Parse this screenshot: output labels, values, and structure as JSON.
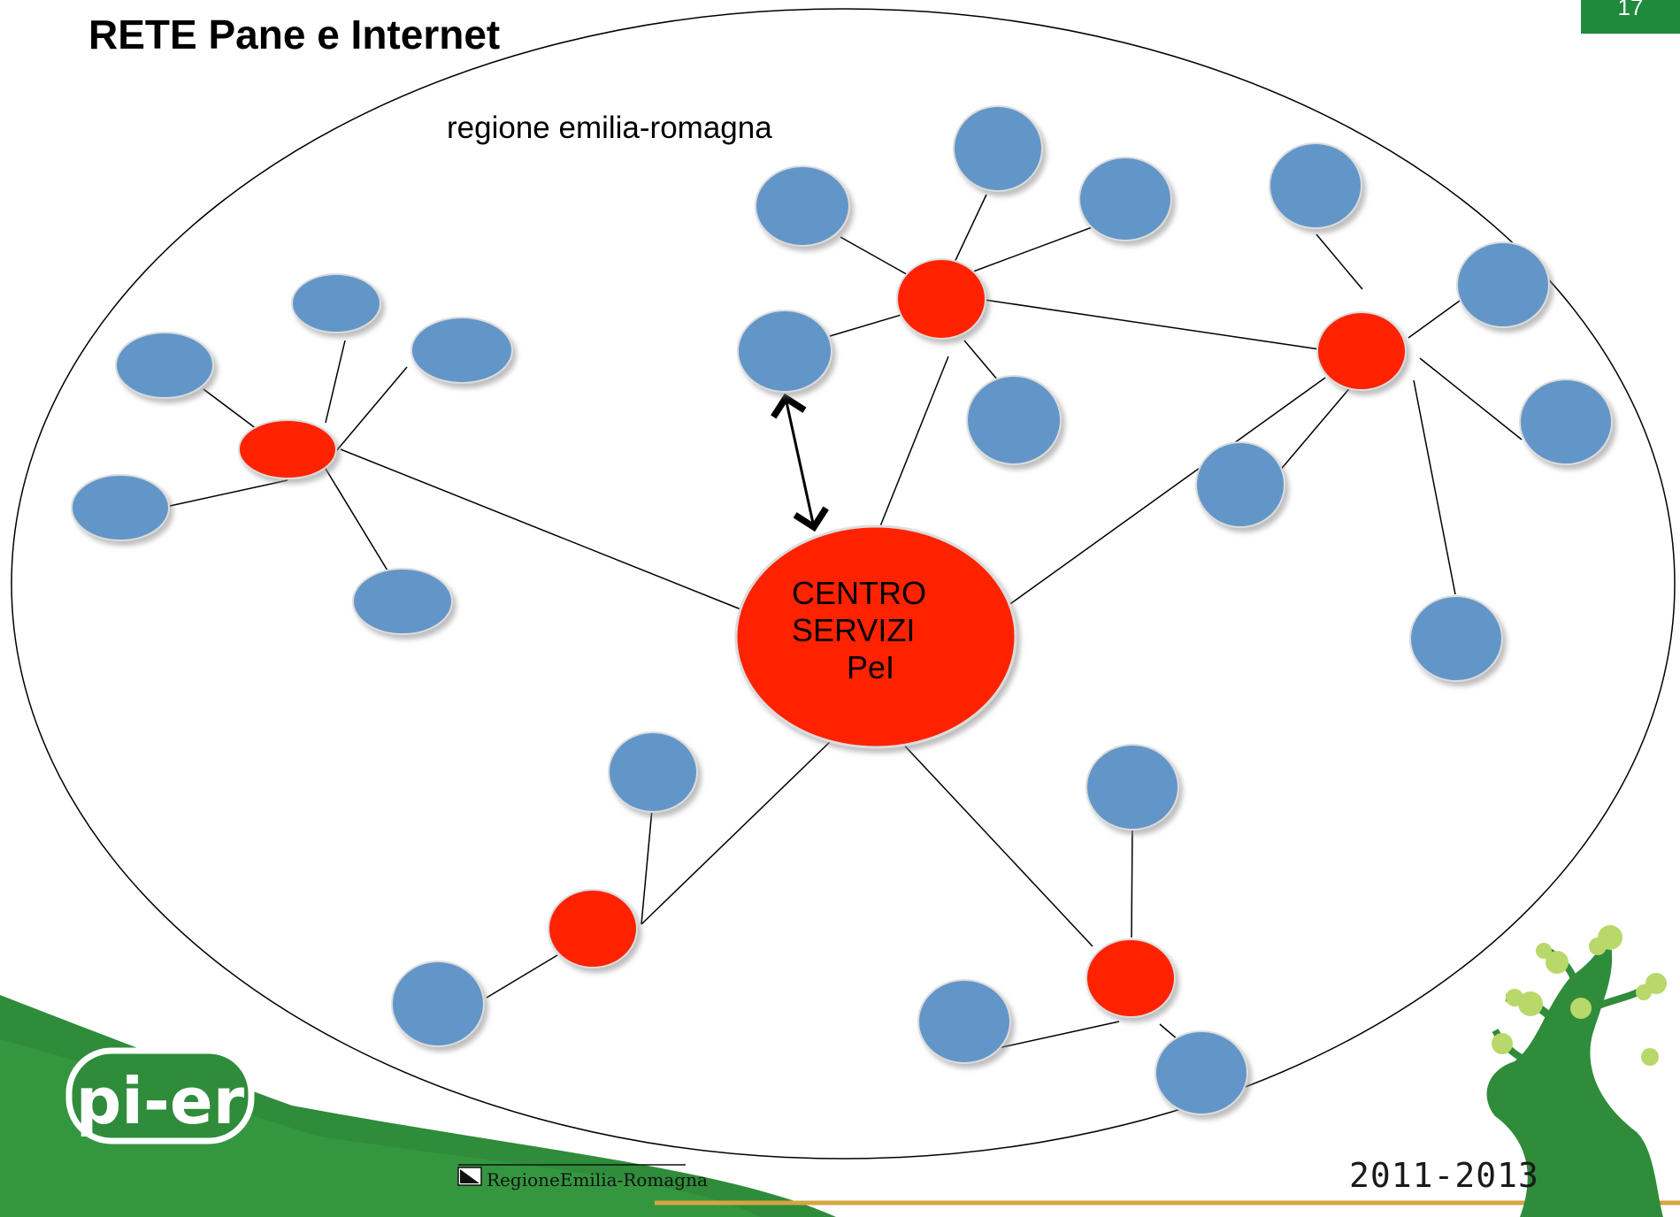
{
  "slide": {
    "title": "RETE Pane e Internet",
    "page_number": "17",
    "region_label": "regione emilia-romagna",
    "center_label_lines": [
      "CENTRO",
      "SERVIZI",
      "PeI"
    ]
  },
  "footer": {
    "logo_text": "pi-er",
    "institution": "RegioneEmilia-Romagna",
    "years": "2011-2013"
  },
  "colors": {
    "hub": "#ff2200",
    "node": "#6496c8",
    "brand_green": "#1f8a3c",
    "logo_green": "#2f8c3a",
    "footer_line": "#d4a640"
  },
  "diagram": {
    "hubs": [
      "centro-servizi-pei",
      "hub-west",
      "hub-north",
      "hub-east",
      "hub-south-west",
      "hub-south-east"
    ],
    "connections": [
      [
        "centro-servizi-pei",
        "hub-west"
      ],
      [
        "centro-servizi-pei",
        "hub-north"
      ],
      [
        "centro-servizi-pei",
        "hub-east"
      ],
      [
        "centro-servizi-pei",
        "hub-south-west"
      ],
      [
        "centro-servizi-pei",
        "hub-south-east"
      ],
      [
        "hub-north",
        "hub-east"
      ]
    ],
    "bidirectional_link": [
      "centro-servizi-pei",
      "node-north-left-bottom"
    ]
  }
}
